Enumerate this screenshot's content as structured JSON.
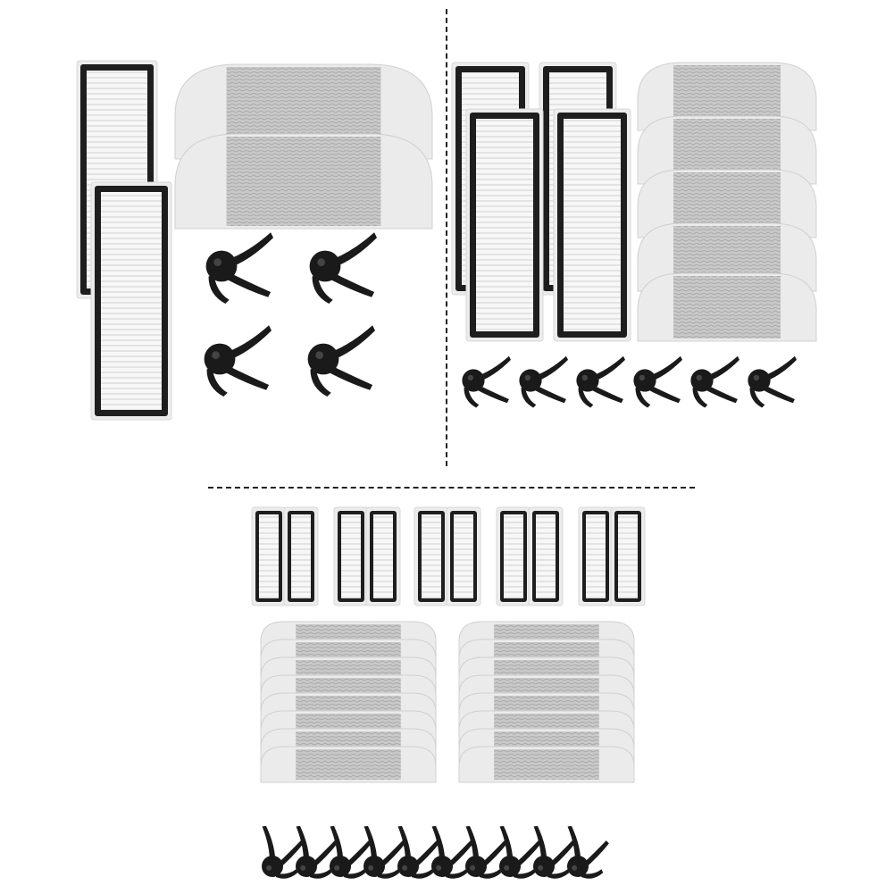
{
  "image": {
    "kind": "product-photo-collage",
    "background": "#ffffff",
    "palette": {
      "filter_frame": "#1e1e1e",
      "filter_tray": "#ececec",
      "filter_media": "#f7f7f7",
      "pleat_line": "#cfcfcf",
      "mop_cloth": "#d6d6d6",
      "mop_weave": "#b3b3b3",
      "mop_edge": "#ebebeb",
      "brush_hub": "#1a1a1a",
      "divider": "#222222"
    }
  },
  "kits": [
    {
      "name": "kit-top-left",
      "counts": {
        "hepa_filters": 2,
        "mop_pads": 2,
        "side_brushes": 4
      }
    },
    {
      "name": "kit-top-right",
      "counts": {
        "hepa_filters": 4,
        "mop_pads": 5,
        "side_brushes": 6
      }
    },
    {
      "name": "kit-bottom",
      "counts": {
        "hepa_filters": 10,
        "mop_pads": 16,
        "side_brushes": 10
      }
    }
  ]
}
